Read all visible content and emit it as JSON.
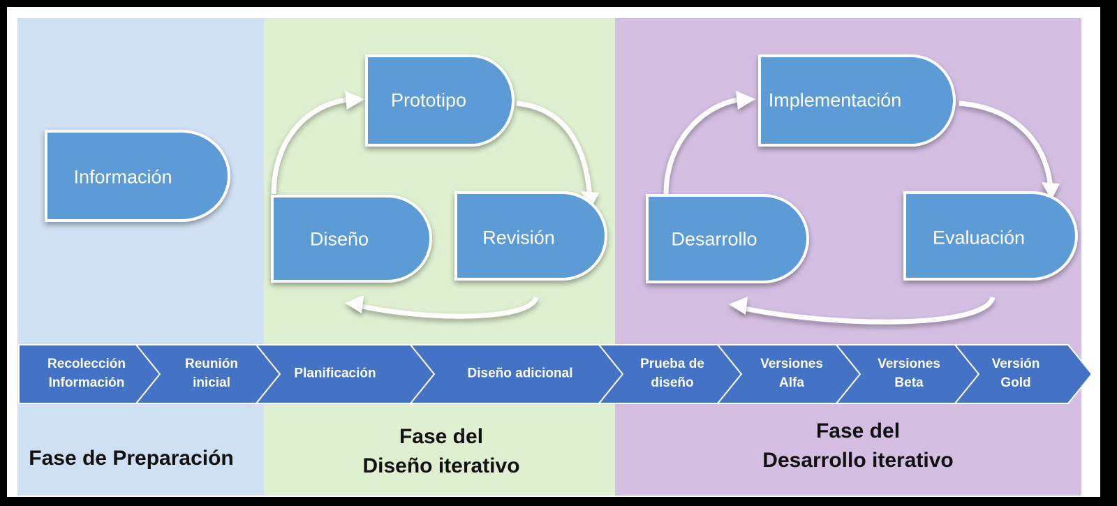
{
  "nodes": {
    "informacion": "Información",
    "prototipo": "Prototipo",
    "diseno": "Diseño",
    "revision": "Revisión",
    "implementacion": "Implementación",
    "desarrollo": "Desarrollo",
    "evaluacion": "Evaluación"
  },
  "timeline": [
    {
      "line1": "Recolección",
      "line2": "Información"
    },
    {
      "line1": "Reunión",
      "line2": "inicial"
    },
    {
      "line1": "Planificación",
      "line2": ""
    },
    {
      "line1": "Diseño adicional",
      "line2": ""
    },
    {
      "line1": "Prueba de",
      "line2": "diseño"
    },
    {
      "line1": "Versiones",
      "line2": "Alfa"
    },
    {
      "line1": "Versiones",
      "line2": "Beta"
    },
    {
      "line1": "Versión",
      "line2": "Gold"
    }
  ],
  "phases": {
    "preparacion": {
      "line1": "Fase de Preparación",
      "line2": ""
    },
    "diseno": {
      "line1": "Fase del",
      "line2": "Diseño iterativo"
    },
    "desarrollo": {
      "line1": "Fase del",
      "line2": "Desarrollo iterativo"
    }
  },
  "colors": {
    "prep_bg": "#cfe0f2",
    "design_bg": "#def0d0",
    "dev_bg": "#d4bfe2",
    "node_fill": "#5b9bd5",
    "chevron_fill": "#4472c4"
  }
}
